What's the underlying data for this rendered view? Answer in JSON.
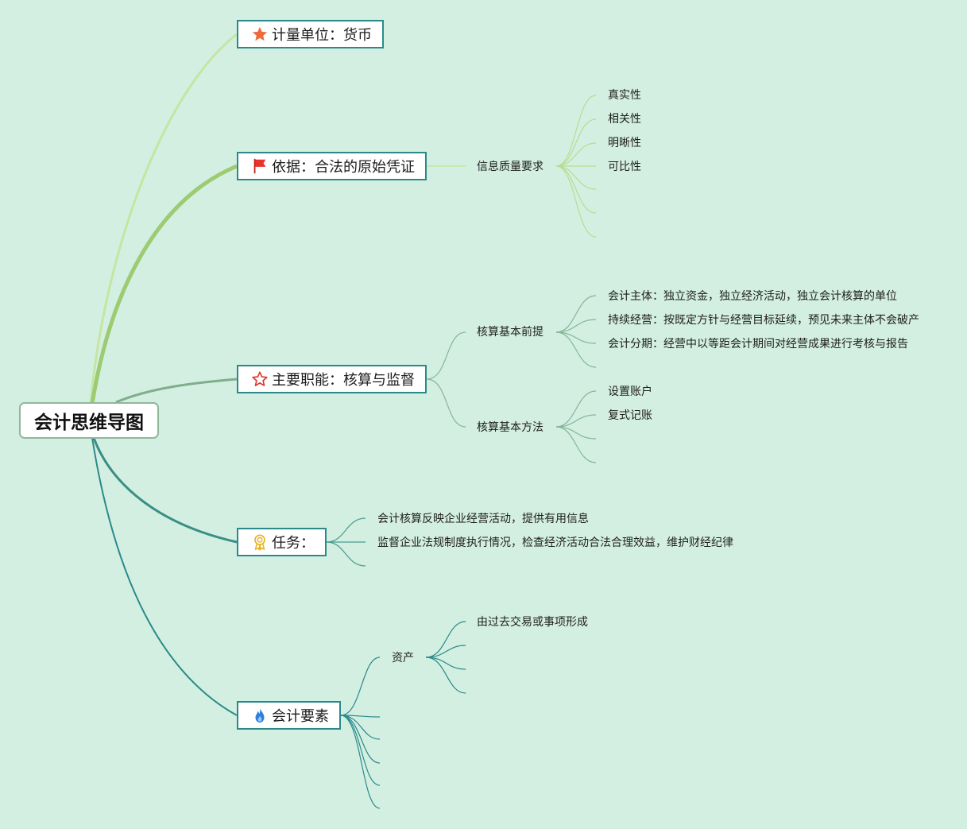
{
  "root": {
    "label": "会计思维导图"
  },
  "branches": [
    {
      "label": "计量单位：货币",
      "icon": "orange-star-icon"
    },
    {
      "label": "依据：合法的原始凭证",
      "icon": "red-flag-icon"
    },
    {
      "label": "主要职能：核算与监督",
      "icon": "outline-star-icon"
    },
    {
      "label": "任务：",
      "icon": "award-ribbon-icon"
    },
    {
      "label": "会计要素",
      "icon": "flame-icon"
    }
  ],
  "info_quality": {
    "label": "信息质量要求",
    "items": [
      "真实性",
      "相关性",
      "明晰性",
      "可比性"
    ]
  },
  "premise": {
    "label": "核算基本前提",
    "items": [
      "会计主体：独立资金，独立经济活动，独立会计核算的单位",
      "持续经营：按既定方针与经营目标延续，预见未来主体不会破产",
      "会计分期：经营中以等距会计期间对经营成果进行考核与报告"
    ]
  },
  "method": {
    "label": "核算基本方法",
    "items": [
      "设置账户",
      "复式记账"
    ]
  },
  "tasks": {
    "items": [
      "会计核算反映企业经营活动，提供有用信息",
      "监督企业法规制度执行情况，检查经济活动合法合理效益，维护财经纪律"
    ]
  },
  "elements": {
    "asset": {
      "label": "资产",
      "items": [
        "由过去交易或事项形成"
      ]
    }
  },
  "colors": {
    "background": "#d3efe1",
    "light_green": "#c2e3a0",
    "mid_green": "#9ccc70",
    "gray_green": "#7fae8c",
    "teal": "#2a8a8a"
  }
}
